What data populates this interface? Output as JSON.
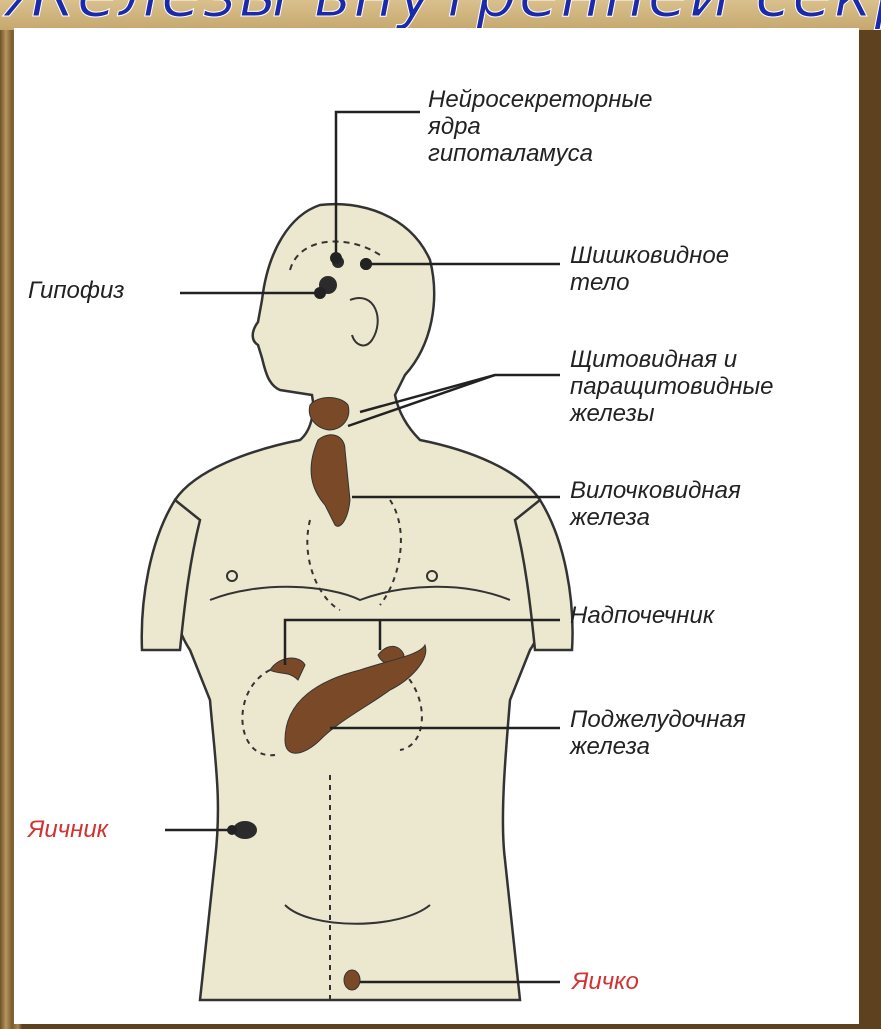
{
  "header": {
    "title": "Железы внутренней секреции"
  },
  "labels": {
    "hypothalamus": [
      "Нейросекреторные",
      "ядра",
      "гипоталамуса"
    ],
    "pineal": [
      "Шишковидное",
      "тело"
    ],
    "pituitary": "Гипофиз",
    "thyroid": [
      "Щитовидная и",
      "паращитовидные",
      "железы"
    ],
    "thymus": [
      "Вилочковидная",
      "железа"
    ],
    "adrenal": "Надпочечник",
    "pancreas": [
      "Поджелудочная",
      "железа"
    ],
    "ovary": "Яичник",
    "testis": "Яичко"
  },
  "colors": {
    "gland": "#7a4a28",
    "body": "#ece8cf",
    "outline": "#333333",
    "female_label": "#d23232",
    "title": "#1b2aa8"
  }
}
